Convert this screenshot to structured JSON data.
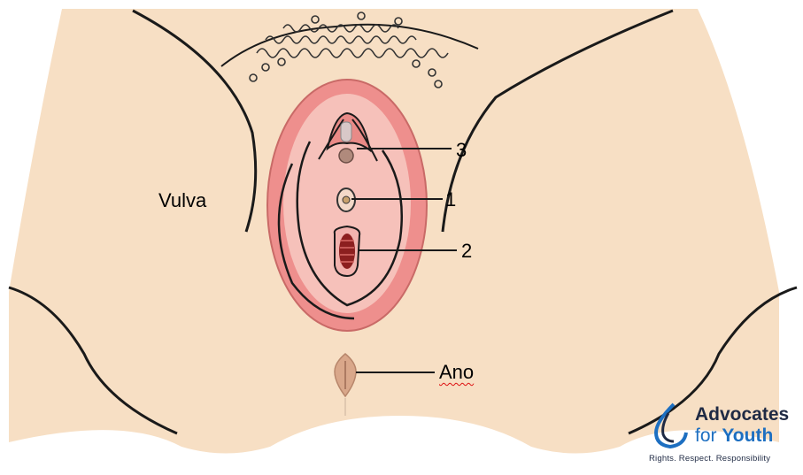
{
  "labels": {
    "vulva": "Vulva",
    "three": "3",
    "one": "1",
    "two": "2",
    "ano": "Ano"
  },
  "logo": {
    "line1": "Advocates",
    "line2_prefix": "for ",
    "line2_bold": "Youth",
    "tagline": "Rights. Respect. Responsibility"
  },
  "colors": {
    "skin": "#f7dfc4",
    "outline": "#1a1a1a",
    "labia_outer": "#ee8f8d",
    "labia_inner": "#f6c1ba",
    "brand_dark": "#1f2a44",
    "brand_blue": "#1d6fc1"
  }
}
